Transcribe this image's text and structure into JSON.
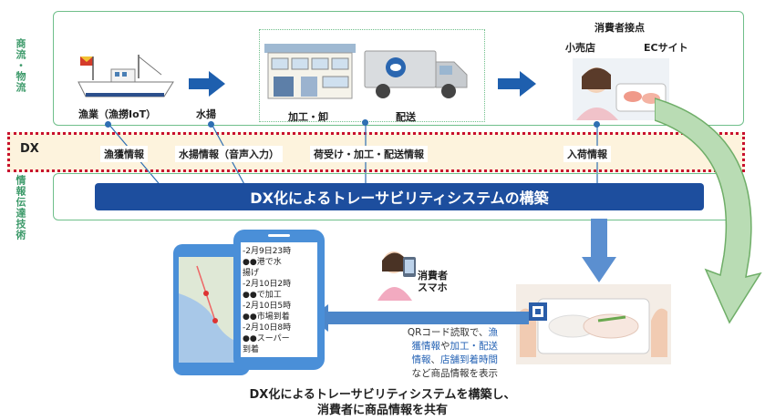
{
  "left_labels": {
    "commerce": "商流・物流",
    "info": "情報伝達技術"
  },
  "top_flow": {
    "fishing": "漁業（漁撈IoT）",
    "landing": "水揚",
    "processing": "加工・卸",
    "delivery": "配送",
    "consumer_point": "消費者接点",
    "retail": "小売店",
    "ec": "ECサイト"
  },
  "dx_band": {
    "label": "DX",
    "catch_info": "漁獲情報",
    "landing_info": "水揚情報（音声入力）",
    "delivery_info": "荷受け・加工・配送情報",
    "arrival_info": "入荷情報"
  },
  "system_title": "DX化によるトレーサビリティシステムの構築",
  "phone": {
    "timeline": [
      "-2月9日23時",
      "●●港で水",
      "揚げ",
      "-2月10日2時",
      "●●で加工",
      "-2月10日5時",
      "●●市場到着",
      "-2月10日8時",
      "●●スーパー",
      "到着"
    ]
  },
  "consumer_phone": {
    "line1": "消費者",
    "line2": "スマホ"
  },
  "qr_text": {
    "p1": "QRコード読取で、",
    "h1": "漁",
    "h2": "獲情報",
    "p2": "や",
    "h3": "加工・配送",
    "h4": "情報",
    "p3": "、",
    "h5": "店舗到着時間",
    "p4": "など商品情報を表示"
  },
  "bottom_caption": {
    "line1": "DX化によるトレーサビリティシステムを構築し、",
    "line2": "消費者に商品情報を共有"
  },
  "colors": {
    "green": "#6fbf8a",
    "blue": "#1e5fae",
    "navy_bar": "#1d4e9e",
    "red_dotted": "#c8102e",
    "highlight_text": "#2462b4"
  }
}
